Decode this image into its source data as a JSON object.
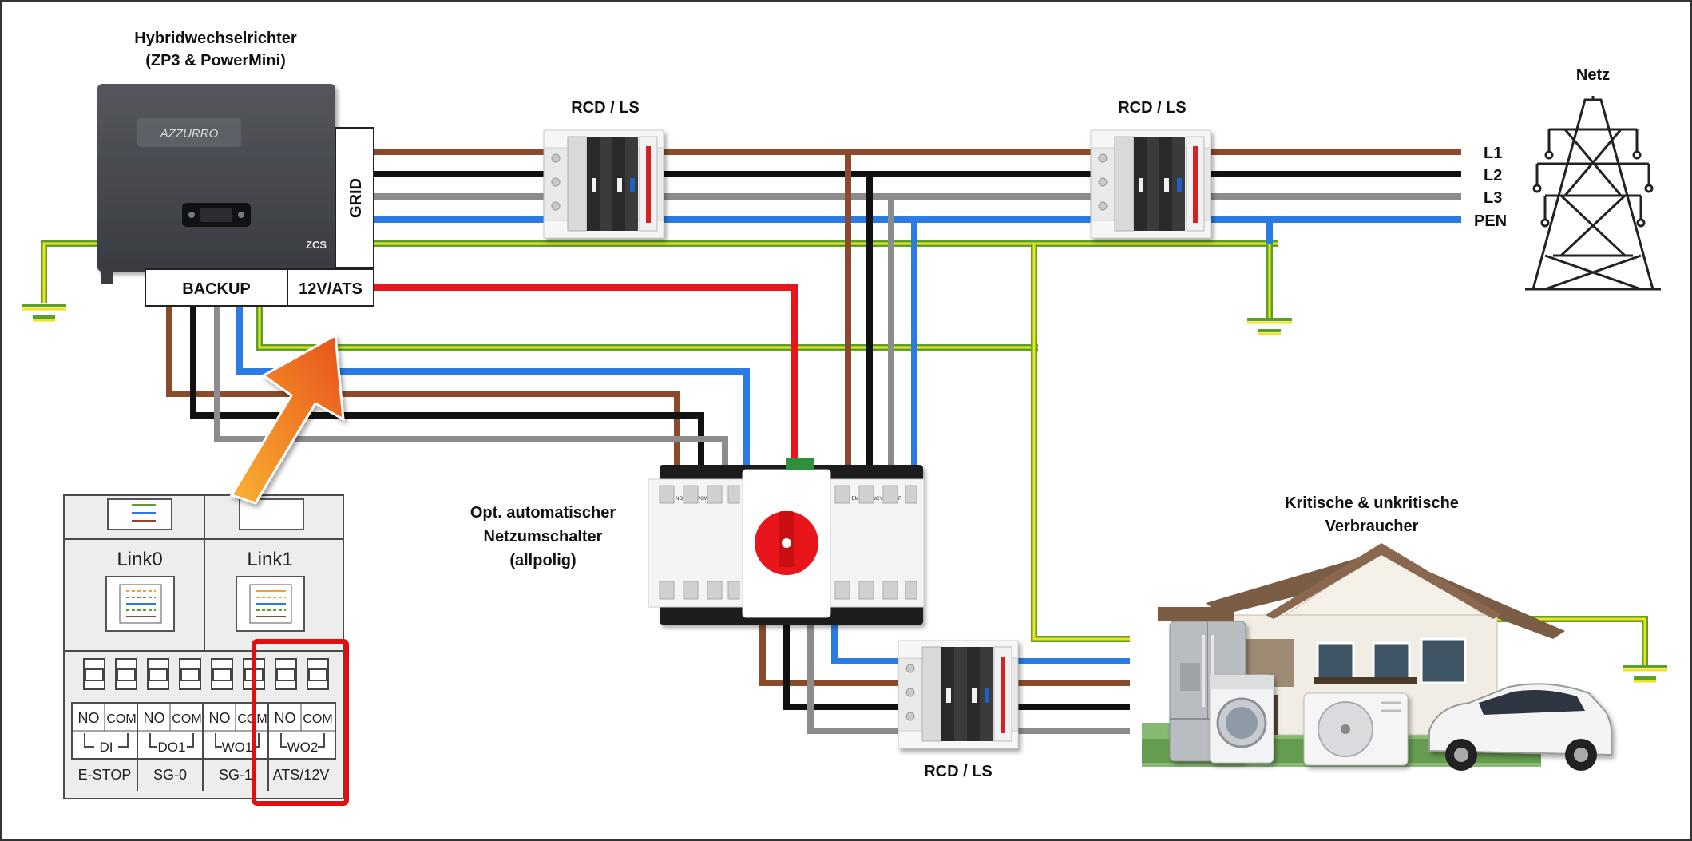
{
  "inverter": {
    "title_line1": "Hybridwechselrichter",
    "title_line2": "(ZP3 & PowerMini)",
    "brand": "AZZURRO",
    "logo": "ZCS",
    "port_grid": "GRID",
    "port_backup": "BACKUP",
    "port_ats": "12V/ATS"
  },
  "breakers": {
    "top_left": "RCD / LS",
    "top_right": "RCD / LS",
    "bottom": "RCD / LS"
  },
  "grid": {
    "title": "Netz",
    "lines": [
      "L1",
      "L2",
      "L3",
      "PEN"
    ]
  },
  "ats": {
    "label_line1": "Opt. automatischer",
    "label_line2": "Netzumschalter",
    "label_line3": "(allpolig)",
    "side_left": "NORMAL POWER",
    "side_right": "EMERGENCY POWER"
  },
  "loads": {
    "label_line1": "Kritische & unkritische",
    "label_line2": "Verbraucher"
  },
  "terminal": {
    "link0": "Link0",
    "link1": "Link1",
    "contacts": [
      "NO",
      "COM",
      "NO",
      "COM",
      "NO",
      "COM",
      "NO",
      "COM"
    ],
    "groups": [
      "DI",
      "DO1",
      "WO1",
      "WO2"
    ],
    "functions": [
      "E-STOP",
      "SG-0",
      "SG-1",
      "ATS/12V"
    ]
  },
  "colors": {
    "brown": "#8b4a2b",
    "black": "#111111",
    "grey": "#8c8c8c",
    "blue": "#2a7be4",
    "red": "#e8161a",
    "pe_green": "#5aa02c",
    "pe_yellow": "#f1e21d",
    "arrow_start": "#f9b233",
    "arrow_end": "#e8511a",
    "highlight": "#e01010"
  }
}
